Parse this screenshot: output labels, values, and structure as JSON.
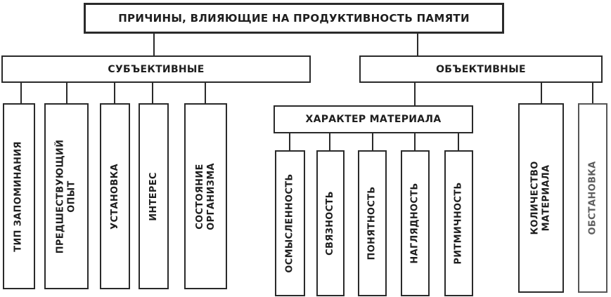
{
  "diagram": {
    "title": "ПРИЧИНЫ, ВЛИЯЮЩИЕ НА ПРОДУКТИВНОСТЬ ПАМЯТИ",
    "subjective": {
      "label": "СУБЪЕКТИВНЫЕ",
      "factors": [
        "ТИП ЗАПОМИНАНИЯ",
        "ПРЕДШЕСТВУЮЩИЙ\nОПЫТ",
        "УСТАНОВКА",
        "ИНТЕРЕС",
        "СОСТОЯНИЕ\nОРГАНИЗМА"
      ]
    },
    "objective": {
      "label": "ОБЪЕКТИВНЫЕ",
      "material": {
        "label": "ХАРАКТЕР МАТЕРИАЛА",
        "factors": [
          "ОСМЫСЛЕННОСТЬ",
          "СВЯЗНОСТЬ",
          "ПОНЯТНОСТЬ",
          "НАГЛЯДНОСТЬ",
          "РИТМИЧНОСТЬ"
        ]
      },
      "factors": [
        "КОЛИЧЕСТВО\nМАТЕРИАЛА",
        "ОБСТАНОВКА"
      ]
    },
    "colors": {
      "line": "#2a2a2a",
      "text": "#1e1e1e",
      "faded_text": "#5e5e5e"
    }
  }
}
